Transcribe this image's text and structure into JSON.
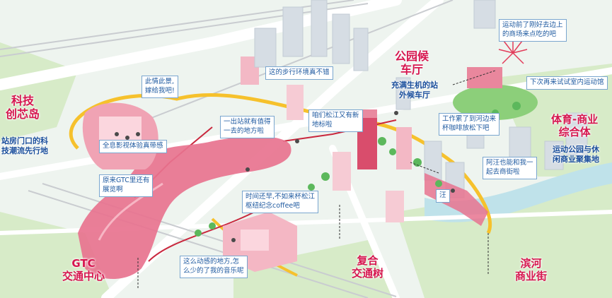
{
  "zones": {
    "tech_island": {
      "title_line1": "科技",
      "title_line2": "创芯岛",
      "sub_line1": "站房门口的科",
      "sub_line2": "技潮流先行地"
    },
    "park_station": {
      "title_line1": "公园候",
      "title_line2": "车厅",
      "sub_line1": "充满生机的站",
      "sub_line2": "外候车厅"
    },
    "sports_hub": {
      "title_line1": "体育-商业",
      "title_line2": "综合体",
      "sub_line1": "运动公园与休",
      "sub_line2": "闲商业聚集地"
    },
    "gtc": {
      "title_line1": "GTC",
      "title_line2": "交通中心"
    },
    "transit_tree": {
      "title_line1": "复合",
      "title_line2": "交通树"
    },
    "riverside": {
      "title_line1": "滨河",
      "title_line2": "商业街"
    }
  },
  "bubbles": {
    "b1": {
      "line1": "此情此景,",
      "line2": "嫁给我吧!"
    },
    "b2": {
      "line1": "这的步行环境真不错"
    },
    "b3": {
      "line1": "一出站就有值得",
      "line2": "一去的地方啦"
    },
    "b4": {
      "line1": "咱们松江又有新",
      "line2": "地标啦"
    },
    "b5": {
      "line1": "全息影视体验真带感"
    },
    "b6": {
      "line1": "原来GTC里还有",
      "line2": "展览啊"
    },
    "b7": {
      "line1": "时间还早,不如来杯松江",
      "line2": "枢纽纪念coffee吧"
    },
    "b8": {
      "line1": "这么动感的地方,怎",
      "line2": "么少的了我的音乐呢"
    },
    "b9": {
      "line1": "工作累了到河边来",
      "line2": "杯咖啡放松下吧"
    },
    "b10": {
      "line1": "阿汪也能和我一",
      "line2": "起去商街啦"
    },
    "b11": {
      "line1": "运动前了刚好去边上",
      "line2": "的商场来点吃的吧"
    },
    "b12": {
      "line1": "下次再来试试室内运动馆"
    },
    "b13": {
      "line1": "汪"
    }
  },
  "colors": {
    "accent_pink": "#e8738f",
    "title_red": "#d6164f",
    "sub_blue": "#1b4f9c",
    "route_yellow": "#f6c12c",
    "green": "#5cb85c"
  }
}
